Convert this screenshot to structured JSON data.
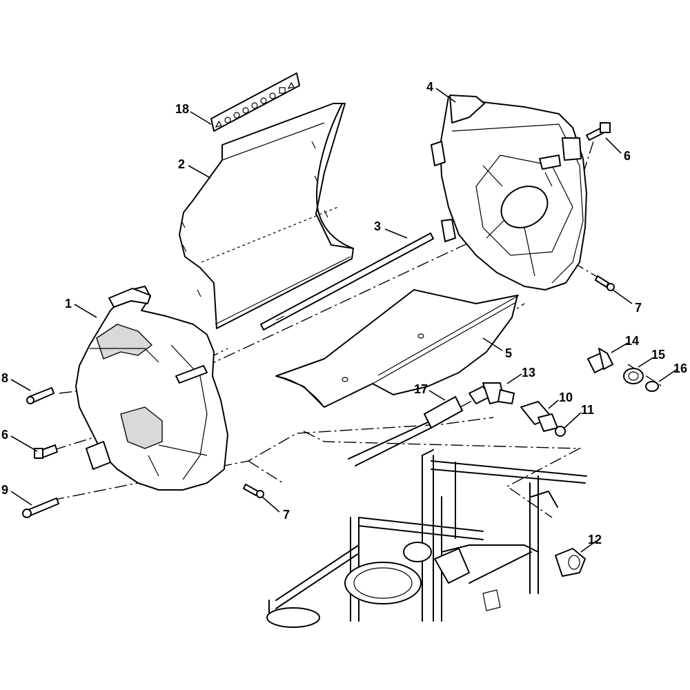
{
  "diagram": {
    "type": "exploded-parts-view",
    "callouts": [
      {
        "id": "1",
        "label": "1"
      },
      {
        "id": "2",
        "label": "2"
      },
      {
        "id": "3",
        "label": "3"
      },
      {
        "id": "4",
        "label": "4"
      },
      {
        "id": "5",
        "label": "5"
      },
      {
        "id": "6a",
        "label": "6"
      },
      {
        "id": "6b",
        "label": "6"
      },
      {
        "id": "7a",
        "label": "7"
      },
      {
        "id": "7b",
        "label": "7"
      },
      {
        "id": "8",
        "label": "8"
      },
      {
        "id": "9",
        "label": "9"
      },
      {
        "id": "10",
        "label": "10"
      },
      {
        "id": "11",
        "label": "11"
      },
      {
        "id": "12",
        "label": "12"
      },
      {
        "id": "13",
        "label": "13"
      },
      {
        "id": "14",
        "label": "14"
      },
      {
        "id": "15",
        "label": "15"
      },
      {
        "id": "16",
        "label": "16"
      },
      {
        "id": "17",
        "label": "17"
      },
      {
        "id": "18",
        "label": "18"
      }
    ],
    "warning_decal_icons": [
      "warning-triangle-icon",
      "read-manual-icon",
      "eye-protection-icon",
      "hearing-protection-icon",
      "hand-hazard-icon",
      "rotating-parts-icon",
      "hot-surface-icon",
      "no-step-icon"
    ]
  }
}
